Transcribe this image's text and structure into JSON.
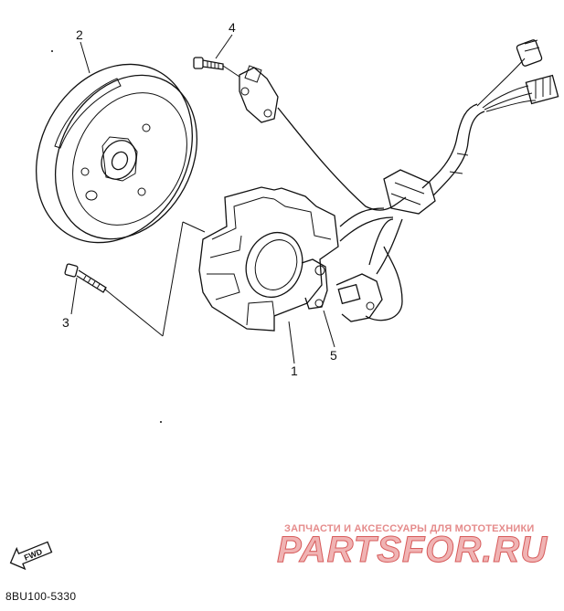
{
  "callouts": [
    {
      "id": "1",
      "label": "1"
    },
    {
      "id": "2",
      "label": "2"
    },
    {
      "id": "3",
      "label": "3"
    },
    {
      "id": "4",
      "label": "4"
    },
    {
      "id": "5",
      "label": "5"
    }
  ],
  "fwd_label": "FWD",
  "diagram_code": "8BU100-5330",
  "watermark": {
    "subtitle": "ЗАПЧАСТИ И АКСЕССУАРЫ ДЛЯ МОТОТЕХНИКИ",
    "brand": "PARTSFOR.RU"
  }
}
